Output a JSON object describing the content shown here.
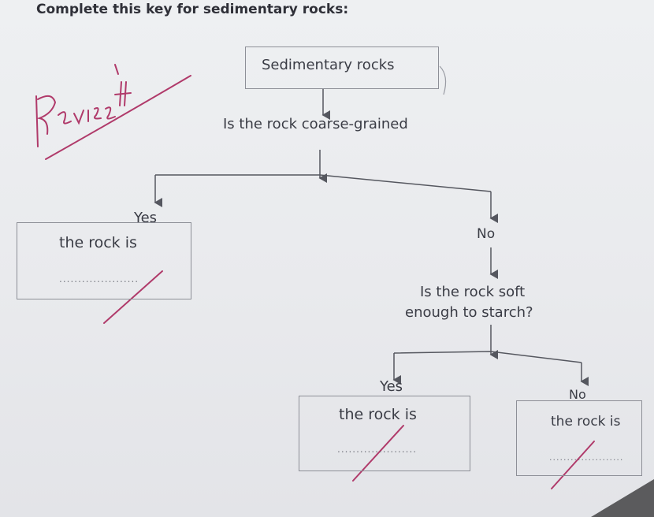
{
  "title": "Complete this key for sedimentary rocks:",
  "diagram": {
    "root": "Sedimentary rocks",
    "question_1": "Is the rock coarse-grained",
    "branch_yes_1": "Yes",
    "branch_no_1": "No",
    "question_2_line1": "Is the rock soft",
    "question_2_line2": "enough to starch?",
    "branch_yes_2": "Yes",
    "branch_no_2": "No",
    "answer_box_yes_1": {
      "label": "the rock is",
      "blank": "....................."
    },
    "answer_box_yes_2": {
      "label": "the rock is",
      "blank": "....................."
    },
    "answer_box_no_2": {
      "label": "the rock is",
      "blank": "....................."
    }
  },
  "annotation": {
    "handwritten_note": "Revise It",
    "ink_color": "#b03a6a"
  },
  "colors": {
    "paper": "#eceef0",
    "text": "#3a3c45",
    "lines": "#55575f"
  }
}
